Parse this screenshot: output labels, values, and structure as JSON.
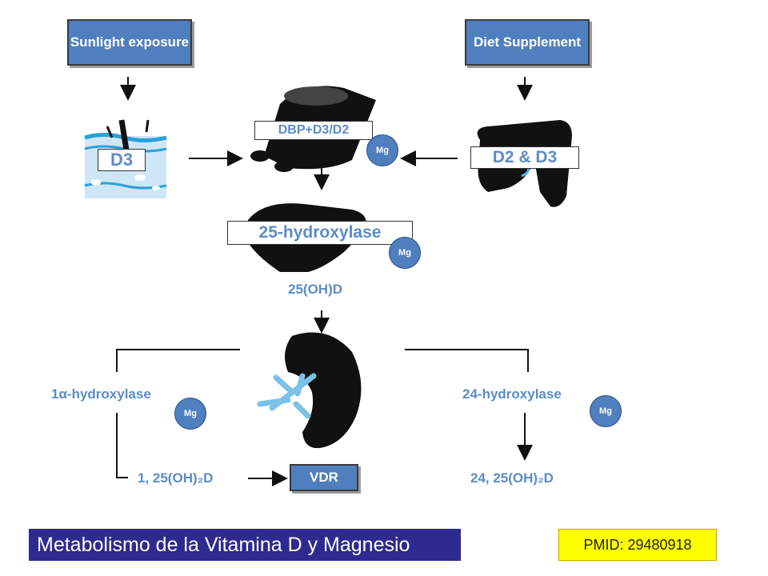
{
  "sources": {
    "sunlight": "Sunlight exposure",
    "diet": "Diet Supplement"
  },
  "nodes": {
    "skin_label": "D3",
    "blood_label": "DBP+D3/D2",
    "gut_label": "D2 & D3",
    "liver_label": "25-hydroxylase",
    "liver_product": "25(OH)D",
    "kidney_left_enzyme": "1α-hydroxylase",
    "kidney_right_enzyme": "24-hydroxylase",
    "left_product": "1, 25(OH)₂D",
    "right_product": "24, 25(OH)₂D",
    "receptor": "VDR"
  },
  "cofactor": "Mg",
  "footer": {
    "title": "Metabolismo de la Vitamina D y Magnesio",
    "pmid": "PMID: 29480918"
  },
  "colors": {
    "accent_blue": "#4f7fbf",
    "text_blue": "#5b8cc8",
    "organ_black": "#111111",
    "footer_bg": "#2e2a8f",
    "pmid_bg": "#ffff00"
  }
}
